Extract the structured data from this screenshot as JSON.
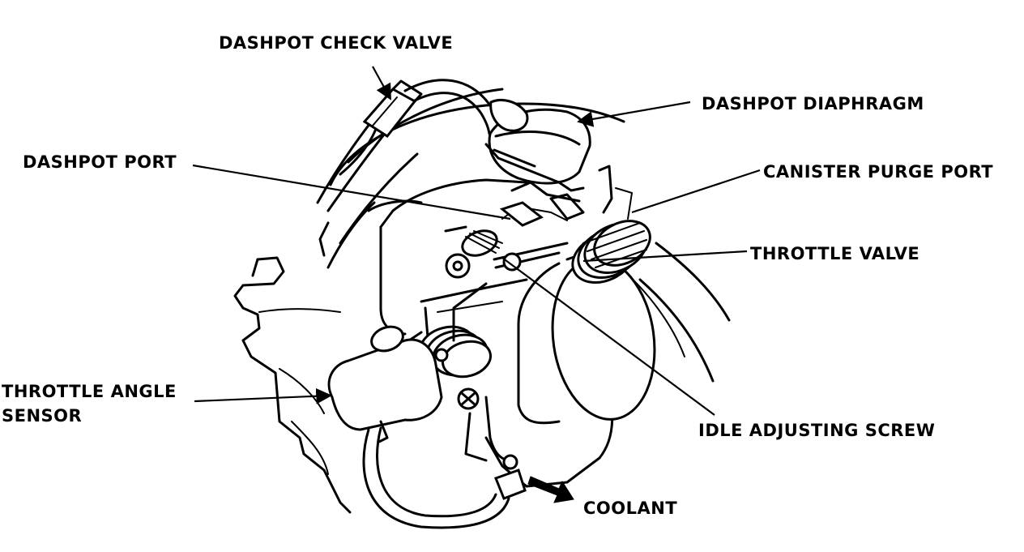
{
  "labels": {
    "dashpot_check_valve": "DASHPOT CHECK VALVE",
    "dashpot_diaphragm": "DASHPOT  DIAPHRAGM",
    "dashpot_port": "DASHPOT PORT",
    "canister_purge_port": "CANISTER PURGE PORT",
    "throttle_valve": "THROTTLE VALVE",
    "throttle_angle_sensor_line1": "THROTTLE ANGLE",
    "throttle_angle_sensor_line2": "SENSOR",
    "idle_adjusting_screw": "IDLE ADJUSTING SCREW",
    "coolant": "COOLANT"
  }
}
